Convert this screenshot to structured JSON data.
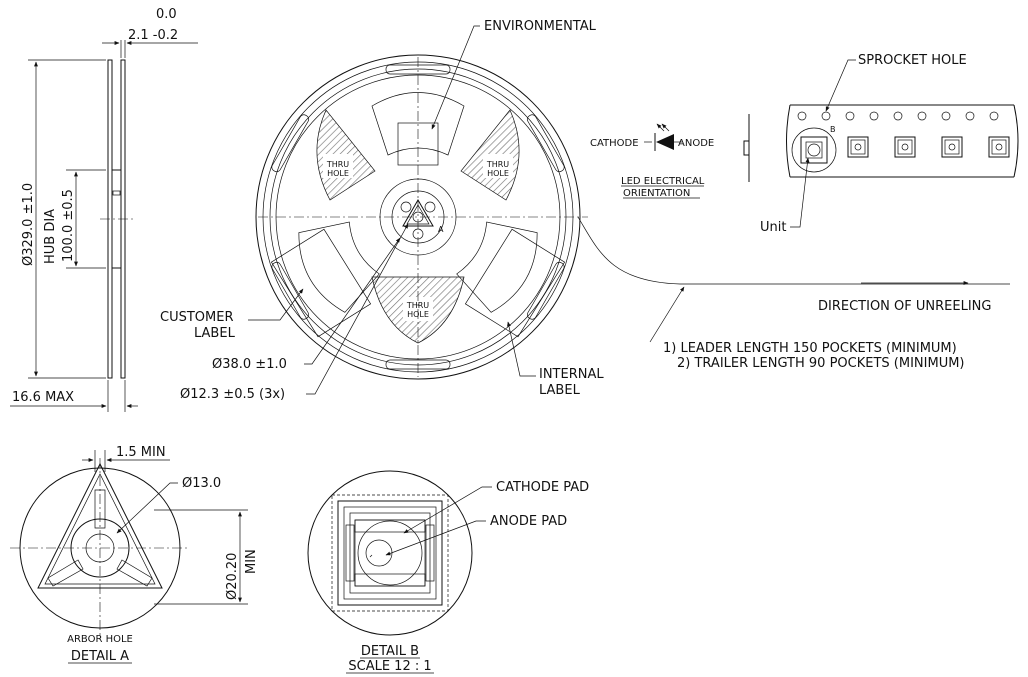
{
  "colors": {
    "ink": "#111111",
    "paper": "#ffffff",
    "hatch": "#777777"
  },
  "labels": {
    "environmental": "ENVIRONMENTAL",
    "sprocket_hole": "SPROCKET HOLE",
    "cathode": "CATHODE",
    "anode": "ANODE",
    "led_orientation_1": "LED ELECTRICAL",
    "led_orientation_2": "ORIENTATION",
    "b_marker": "B",
    "a_marker": "A",
    "unit": "Unit",
    "thru_hole_1": "THRU",
    "thru_hole_2": "HOLE",
    "customer_label_1": "CUSTOMER",
    "customer_label_2": "LABEL",
    "internal_label_1": "INTERNAL",
    "internal_label_2": "LABEL",
    "direction": "DIRECTION OF UNREELING",
    "note_1": "1) LEADER LENGTH 150 POCKETS (MINIMUM)",
    "note_2": "2) TRAILER LENGTH 90 POCKETS (MINIMUM)",
    "cathode_pad": "CATHODE PAD",
    "anode_pad": "ANODE PAD",
    "arbor_hole": "ARBOR HOLE",
    "detail_a": "DETAIL A",
    "detail_b": "DETAIL B",
    "scale": "SCALE 12 : 1"
  },
  "dimensions": {
    "flange_upper_tol": "0.0",
    "flange_thickness": "2.1 -0.2",
    "reel_dia": "Ø329.0 ±1.0",
    "hub_dia_label": "HUB DIA",
    "hub_dia": "100.0 ±0.5",
    "max_width": "16.6 MAX",
    "center_dia": "Ø38.0 ±1.0",
    "arbor_dia": "Ø12.3 ±0.5 (3x)",
    "min_gap": "1.5 MIN",
    "hole_dia": "Ø13.0",
    "arbor_min_1": "Ø20.20",
    "arbor_min_2": "MIN"
  }
}
